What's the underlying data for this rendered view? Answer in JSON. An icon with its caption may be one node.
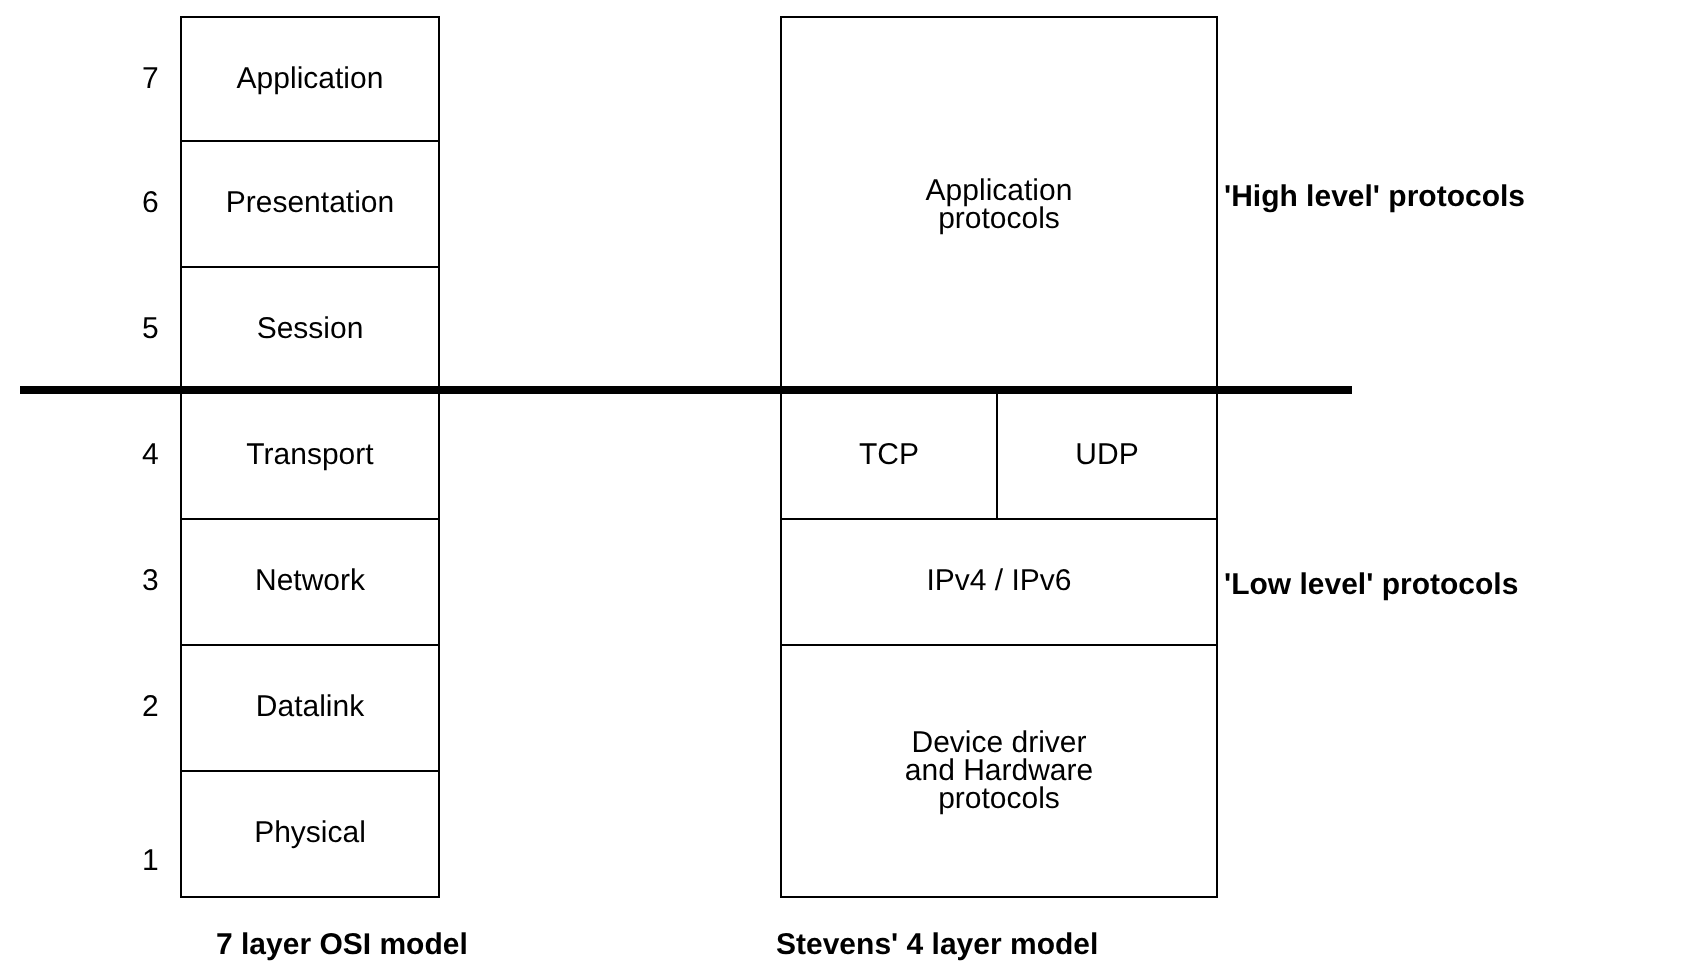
{
  "diagram": {
    "nodes": [
      {
        "text": [
          "Application"
        ],
        "beside": [
          "7"
        ]
      },
      {
        "text": [
          "Presentation"
        ],
        "beside": [
          "6"
        ]
      },
      {
        "text": [
          "Session"
        ],
        "beside": [
          "5"
        ]
      },
      {
        "text": [
          "Transport"
        ],
        "beside": [
          "4"
        ]
      },
      {
        "text": [
          "Network"
        ],
        "beside": [
          "3"
        ]
      },
      {
        "text": [
          "Datalink"
        ],
        "beside": [
          "2"
        ]
      },
      {
        "text": [
          "Physical"
        ],
        "beside": [
          "1"
        ]
      },
      {
        "text": [
          "Application protocols"
        ]
      },
      {
        "text": [
          "TCP"
        ]
      },
      {
        "text": [
          "UDP"
        ]
      },
      {
        "text": [
          "IPv4 / IPv6"
        ]
      },
      {
        "text": [
          "Device driver and Hardware protocols"
        ]
      }
    ],
    "edges": [],
    "labels": [
      "'High level' protocols",
      "'Low level' protocols",
      "7 layer OSI model",
      "Stevens' 4 layer model"
    ]
  }
}
